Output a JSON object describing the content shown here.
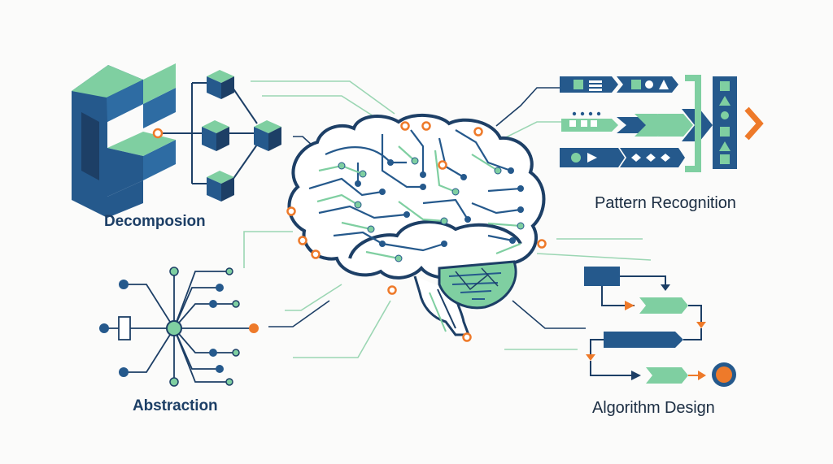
{
  "labels": {
    "decomposition": "Decomposion",
    "pattern_recognition": "Pattern Recognition",
    "abstraction": "Abstraction",
    "algorithm_design": "Algorithm Design"
  },
  "colors": {
    "navy": "#25598c",
    "dark_navy": "#1d3f66",
    "green": "#7fcfa1",
    "orange": "#ee7a2a",
    "line_green": "#9bd6b3",
    "text": "#1b2d42"
  }
}
